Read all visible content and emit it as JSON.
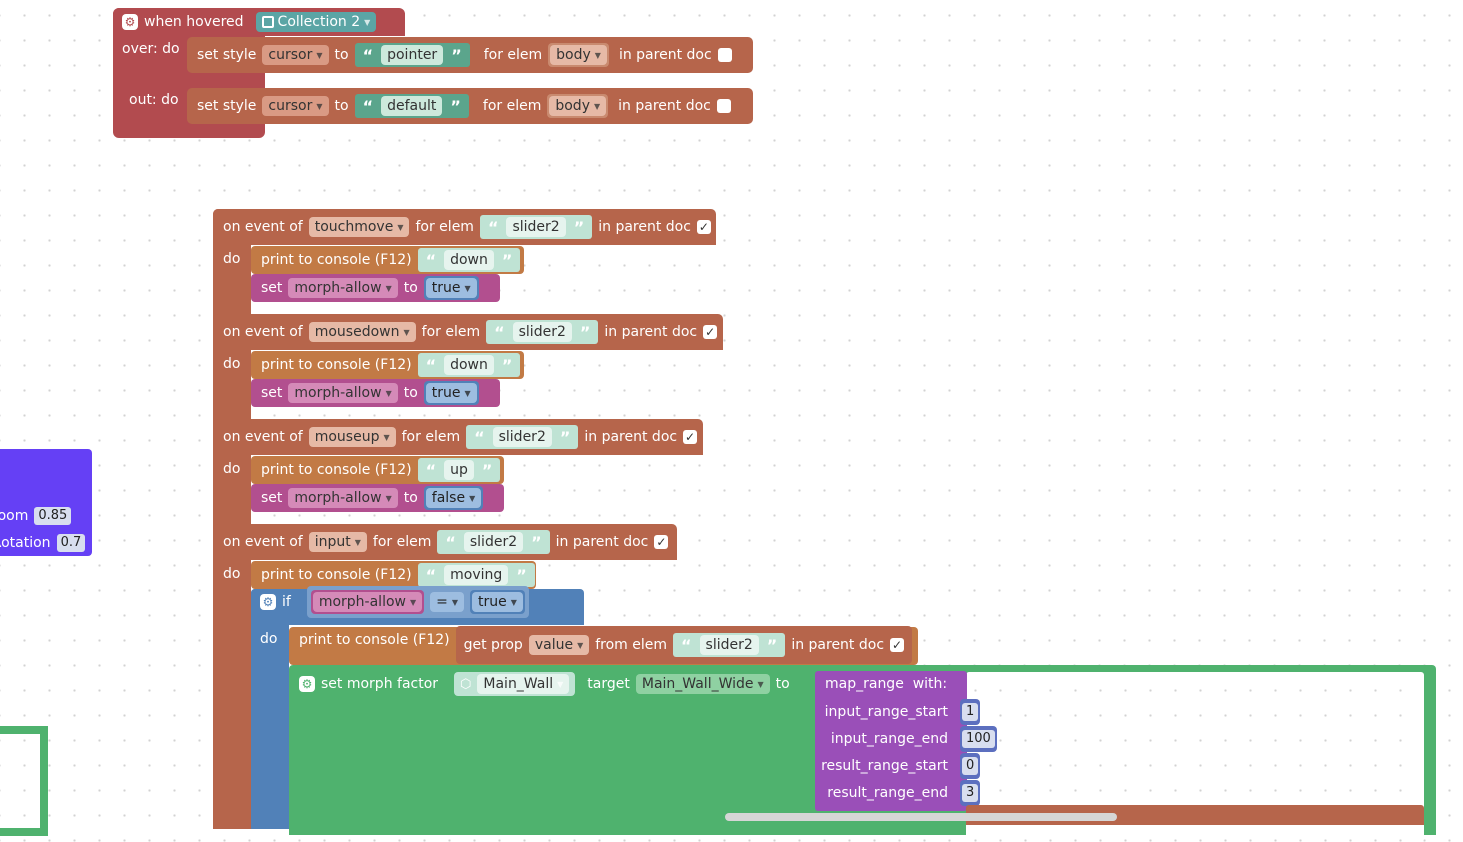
{
  "hover_block": {
    "title": "when hovered",
    "target": "Collection 2",
    "over_label": "over: do",
    "out_label": "out: do",
    "over_row": {
      "set": "set style",
      "prop": "cursor",
      "to": "to",
      "value": "pointer",
      "for": "for elem",
      "elem": "body",
      "parent": "in parent doc"
    },
    "out_row": {
      "set": "set style",
      "prop": "cursor",
      "to": "to",
      "value": "default",
      "for": "for elem",
      "elem": "body",
      "parent": "in parent doc"
    }
  },
  "events": [
    {
      "label": "on event of",
      "event": "touchmove",
      "for": "for elem",
      "elem": "slider2",
      "parent": "in parent doc",
      "check": "✓",
      "do": "do",
      "print": "print to console (F12)",
      "print_val": "down",
      "set": "set",
      "var": "morph-allow",
      "to": "to",
      "val": "true"
    },
    {
      "label": "on event of",
      "event": "mousedown",
      "for": "for elem",
      "elem": "slider2",
      "parent": "in parent doc",
      "check": "✓",
      "do": "do",
      "print": "print to console (F12)",
      "print_val": "down",
      "set": "set",
      "var": "morph-allow",
      "to": "to",
      "val": "true"
    },
    {
      "label": "on event of",
      "event": "mouseup",
      "for": "for elem",
      "elem": "slider2",
      "parent": "in parent doc",
      "check": "✓",
      "do": "do",
      "print": "print to console (F12)",
      "print_val": "up",
      "set": "set",
      "var": "morph-allow",
      "to": "to",
      "val": "false"
    }
  ],
  "input_event": {
    "label": "on event of",
    "event": "input",
    "for": "for elem",
    "elem": "slider2",
    "parent": "in parent doc",
    "check": "✓",
    "do": "do",
    "print": "print to console (F12)",
    "print_val": "moving",
    "if_label": "if",
    "if_var": "morph-allow",
    "op": "=",
    "if_val": "true",
    "if_do": "do",
    "print2": "print to console (F12)",
    "getprop": "get prop",
    "prop": "value",
    "from": "from elem",
    "elem2": "slider2",
    "parent2": "in parent doc",
    "check2": "✓",
    "morph": "set morph factor",
    "mesh": "Main_Wall",
    "target": "target",
    "target_val": "Main_Wall_Wide",
    "to": "to",
    "map_range": "map_range  with:",
    "params": [
      {
        "name": "input_range_start",
        "value": "1"
      },
      {
        "name": "input_range_end",
        "value": "100"
      },
      {
        "name": "result_range_start",
        "value": "0"
      },
      {
        "name": "result_range_end",
        "value": "3"
      }
    ]
  },
  "side_block": {
    "zoom_label": "Zoom",
    "zoom": "0.85",
    "rot_label": "Rotation",
    "rot": "0.7"
  },
  "colors": {
    "hover": "#b24b4f",
    "event": "#b6654b",
    "print": "#c27a45",
    "set": "#b24f8f",
    "if": "#5181b8",
    "morph": "#4fb26e",
    "map": "#9a4fb8",
    "side": "#6540f5"
  }
}
